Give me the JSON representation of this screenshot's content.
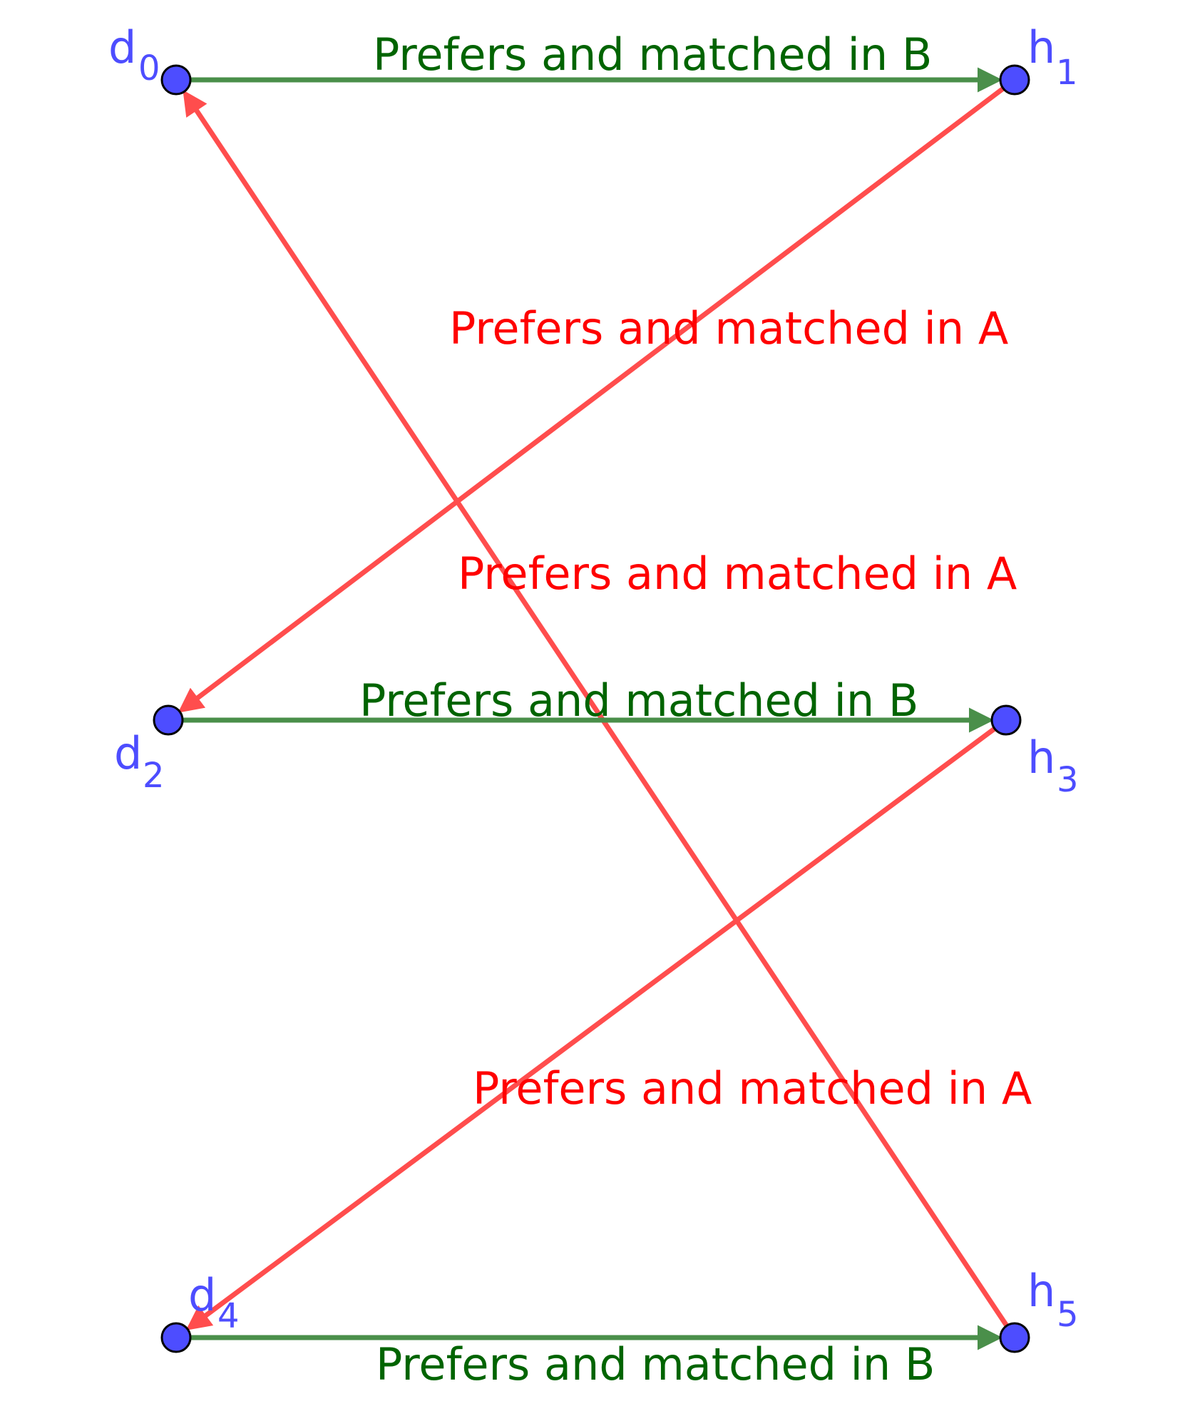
{
  "colors": {
    "node_fill": "#4d4dff",
    "node_stroke": "#000000",
    "label_color": "#4d4dff",
    "edge_b": "#4a8f4a",
    "edge_b_text": "#006400",
    "edge_a": "#ff4d4d",
    "edge_a_text": "#ff0000"
  },
  "nodes": [
    {
      "id": "d0",
      "letter": "d",
      "index": "0"
    },
    {
      "id": "h1",
      "letter": "h",
      "index": "1"
    },
    {
      "id": "d2",
      "letter": "d",
      "index": "2"
    },
    {
      "id": "h3",
      "letter": "h",
      "index": "3"
    },
    {
      "id": "d4",
      "letter": "d",
      "index": "4"
    },
    {
      "id": "h5",
      "letter": "h",
      "index": "5"
    }
  ],
  "edges": [
    {
      "from": "d0",
      "to": "h1",
      "kind": "B",
      "label": "Prefers and matched in B"
    },
    {
      "from": "h1",
      "to": "d2",
      "kind": "A",
      "label": "Prefers and matched in A"
    },
    {
      "from": "h5",
      "to": "d0",
      "kind": "A",
      "label": "Prefers and matched in A"
    },
    {
      "from": "d2",
      "to": "h3",
      "kind": "B",
      "label": "Prefers and matched in B"
    },
    {
      "from": "h3",
      "to": "d4",
      "kind": "A",
      "label": "Prefers and matched in A"
    },
    {
      "from": "d4",
      "to": "h5",
      "kind": "B",
      "label": "Prefers and matched in B"
    }
  ]
}
